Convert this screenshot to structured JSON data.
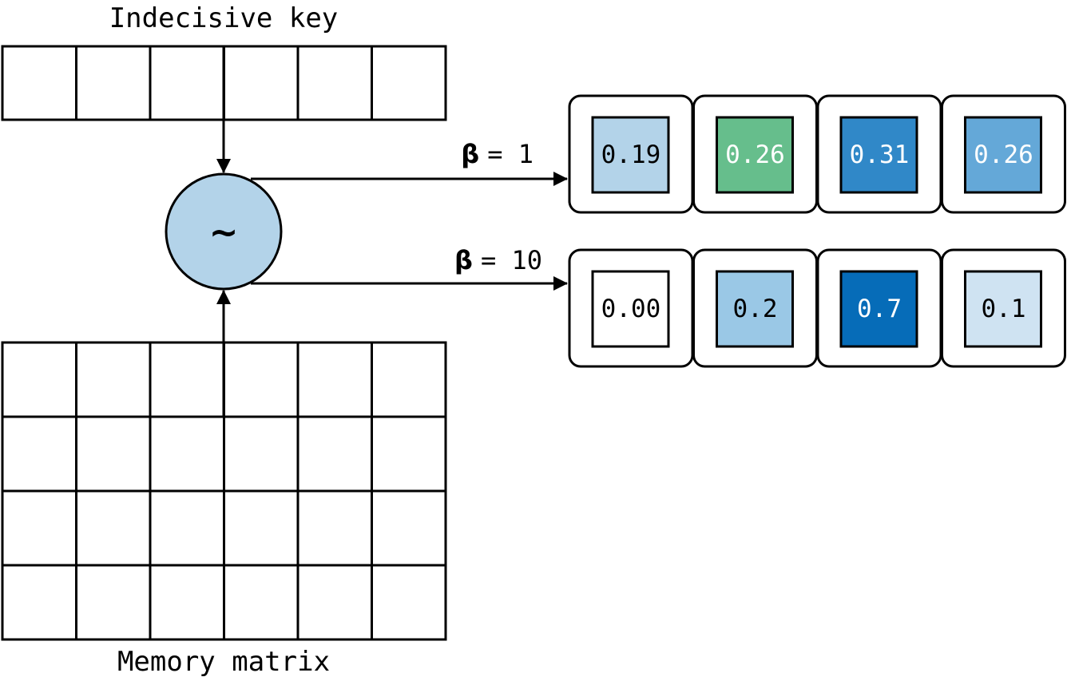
{
  "key_label": "Indecisive key",
  "memory_label": "Memory matrix",
  "similarity_symbol": "~",
  "beta_symbol": "β",
  "key_cells": 6,
  "memory_grid": {
    "rows": 4,
    "cols": 6
  },
  "outputs": [
    {
      "beta_label": "= 1",
      "cells": [
        {
          "value": "0.19",
          "fill": "#b3d3e9",
          "text_color": "#000000"
        },
        {
          "value": "0.26",
          "fill": "#66be8c",
          "text_color": "#ffffff"
        },
        {
          "value": "0.31",
          "fill": "#3088c8",
          "text_color": "#ffffff"
        },
        {
          "value": "0.26",
          "fill": "#64a8d8",
          "text_color": "#ffffff"
        }
      ]
    },
    {
      "beta_label": "= 10",
      "cells": [
        {
          "value": "0.00",
          "fill": "#ffffff",
          "text_color": "#000000"
        },
        {
          "value": "0.2",
          "fill": "#9ac8e6",
          "text_color": "#000000"
        },
        {
          "value": "0.7",
          "fill": "#066cb8",
          "text_color": "#ffffff"
        },
        {
          "value": "0.1",
          "fill": "#cfe3f2",
          "text_color": "#000000"
        }
      ]
    }
  ],
  "colors": {
    "stroke": "#000000",
    "circle_fill": "#b3d3e9"
  }
}
